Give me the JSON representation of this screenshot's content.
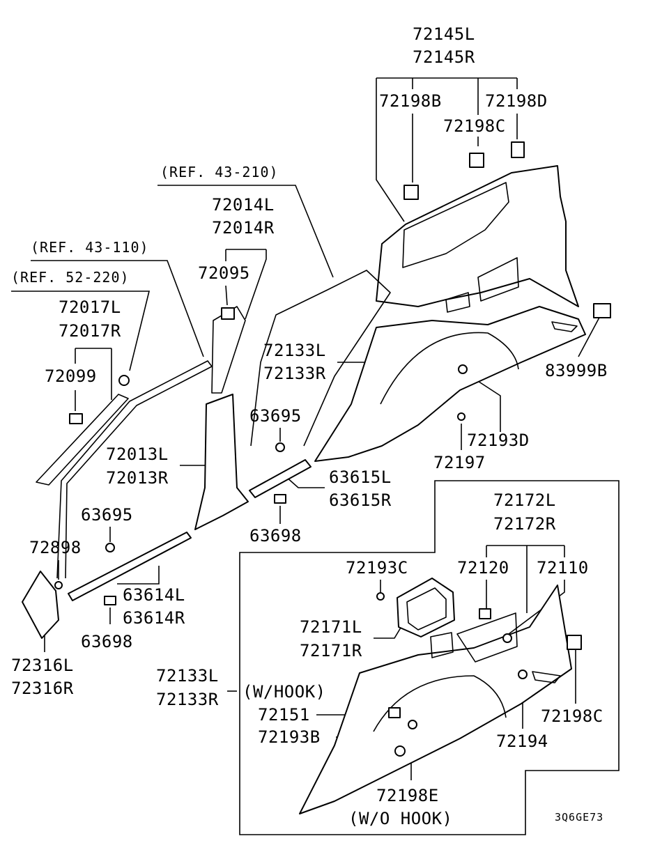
{
  "labels": {
    "p72145L": "72145L",
    "p72145R": "72145R",
    "p72198B": "72198B",
    "p72198D": "72198D",
    "p72198C_top": "72198C",
    "ref43210": "(REF. 43-210)",
    "p72014L": "72014L",
    "p72014R": "72014R",
    "ref43110": "(REF. 43-110)",
    "p72095": "72095",
    "ref52220": "(REF. 52-220)",
    "p72017L": "72017L",
    "p72017R": "72017R",
    "p72099": "72099",
    "p72133L_top": "72133L",
    "p72133R_top": "72133R",
    "p83999B": "83999B",
    "p63695_mid": "63695",
    "p72013L": "72013L",
    "p72013R": "72013R",
    "p72193D": "72193D",
    "p72197": "72197",
    "p63615L": "63615L",
    "p63615R": "63615R",
    "p63695_left": "63695",
    "p63698_mid": "63698",
    "p72172L": "72172L",
    "p72172R": "72172R",
    "p72898": "72898",
    "p72193C": "72193C",
    "p72120": "72120",
    "p72110": "72110",
    "p63614L": "63614L",
    "p63614R": "63614R",
    "p63698_left": "63698",
    "p72171L": "72171L",
    "p72171R": "72171R",
    "p72316L": "72316L",
    "p72316R": "72316R",
    "p72133L_bot": "72133L",
    "p72133R_bot": "72133R",
    "whook": "(W/HOOK)",
    "p72151": "72151",
    "p72193B": "72193B",
    "p72198C_bot": "72198C",
    "p72194": "72194",
    "p72198E": "72198E",
    "wohook": "(W/O HOOK)",
    "code": "3Q6GE73"
  }
}
